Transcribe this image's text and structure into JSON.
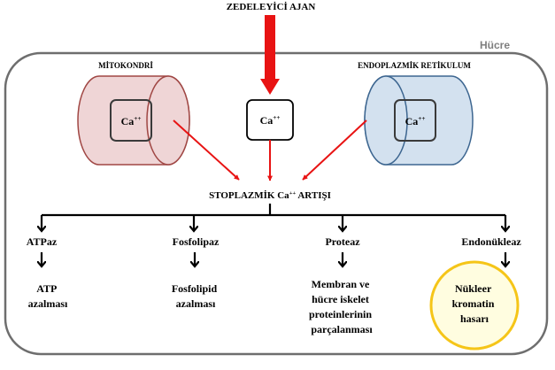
{
  "title": "ZEDELEYİCİ AJAN",
  "cell_label": "Hücre",
  "mitochondria": {
    "label": "MİTOKONDRİ",
    "ion": "Ca",
    "ion_sup": "++"
  },
  "center_ion": {
    "ion": "Ca",
    "ion_sup": "++"
  },
  "er": {
    "label": "ENDOPLAZMİK RETİKULUM",
    "ion": "Ca",
    "ion_sup": "++"
  },
  "cytoplasm": {
    "prefix": "STOPLAZMİK",
    "ion": "Ca",
    "ion_sup": "++",
    "suffix": "ARTIŞI"
  },
  "branches": [
    {
      "enzyme": "ATPaz",
      "effect": [
        "ATP",
        "azalması"
      ]
    },
    {
      "enzyme": "Fosfolipaz",
      "effect": [
        "Fosfolipid",
        "azalması"
      ]
    },
    {
      "enzyme": "Proteaz",
      "effect": [
        "Membran ve",
        "hücre iskelet",
        "proteinlerinin",
        "parçalanması"
      ]
    },
    {
      "enzyme": "Endonükleaz",
      "effect": [
        "Nükleer",
        "kromatin",
        "hasarı"
      ]
    }
  ],
  "colors": {
    "arrow_red": "#e81313",
    "mito_fill": "#efd5d6",
    "mito_stroke": "#a04744",
    "er_fill": "#d3e1ef",
    "er_stroke": "#3d6690",
    "cell_stroke": "#6e6e6e",
    "damage_fill": "#fffde0",
    "damage_stroke": "#f5c518"
  }
}
